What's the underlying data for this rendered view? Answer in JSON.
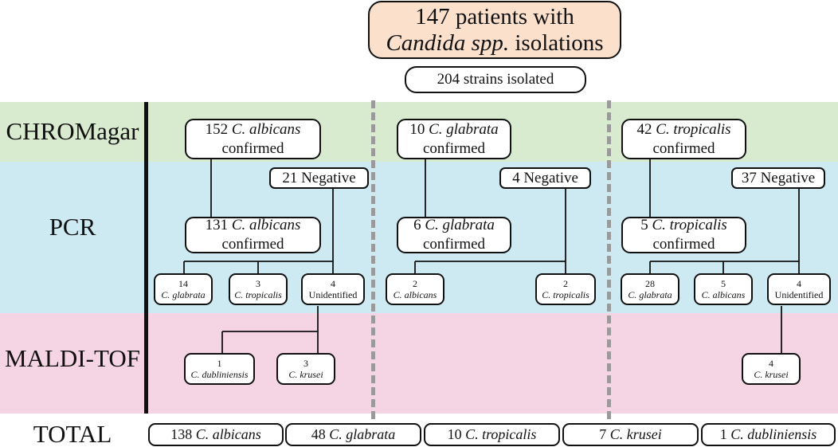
{
  "header": {
    "title_line1": "147 patients with",
    "title_line2_italic": "Candida spp.",
    "title_line2_rest": " isolations",
    "strains": "204 strains isolated"
  },
  "rows": {
    "chromagar": "CHROMagar",
    "pcr": "PCR",
    "maldi": "MALDI-TOF",
    "total": "TOTAL"
  },
  "columns": [
    {
      "chrom": {
        "count": "152",
        "species": "C. albicans",
        "status": "confirmed"
      },
      "negative": "21 Negative",
      "pcr": {
        "count": "131",
        "species": "C. albicans",
        "status": "confirmed"
      },
      "leaves": [
        {
          "count": "14",
          "species": "C. glabrata"
        },
        {
          "count": "3",
          "species": "C. tropicalis"
        },
        {
          "count": "4",
          "species": "Unidentified"
        }
      ],
      "maldi": [
        {
          "count": "1",
          "species": "C. dubliniensis"
        },
        {
          "count": "3",
          "species": "C. krusei"
        }
      ]
    },
    {
      "chrom": {
        "count": "10",
        "species": "C. glabrata",
        "status": "confirmed"
      },
      "negative": "4 Negative",
      "pcr": {
        "count": "6",
        "species": "C. glabrata",
        "status": "confirmed"
      },
      "leaves": [
        {
          "count": "2",
          "species": "C. albicans"
        },
        {
          "count": "2",
          "species": "C. tropicalis"
        }
      ]
    },
    {
      "chrom": {
        "count": "42",
        "species": "C. tropicalis",
        "status": "confirmed"
      },
      "negative": "37 Negative",
      "pcr": {
        "count": "5",
        "species": "C. tropicalis",
        "status": "confirmed"
      },
      "leaves": [
        {
          "count": "28",
          "species": "C. glabrata"
        },
        {
          "count": "5",
          "species": "C. albicans"
        },
        {
          "count": "4",
          "species": "Unidentified"
        }
      ],
      "maldi": [
        {
          "count": "4",
          "species": "C. krusei"
        }
      ]
    }
  ],
  "totals": [
    {
      "count": "138",
      "species": "C. albicans"
    },
    {
      "count": "48",
      "species": "C. glabrata"
    },
    {
      "count": "10",
      "species": "C. tropicalis"
    },
    {
      "count": "7",
      "species": "C. krusei"
    },
    {
      "count": "1",
      "species": "C. dubliniensis"
    }
  ],
  "colors": {
    "chromagar_band": "#d8ebcf",
    "pcr_band": "#cde9f2",
    "maldi_band": "#f5d5e3",
    "title_fill": "#fbe0cc",
    "dash": "#9a9a9a"
  }
}
